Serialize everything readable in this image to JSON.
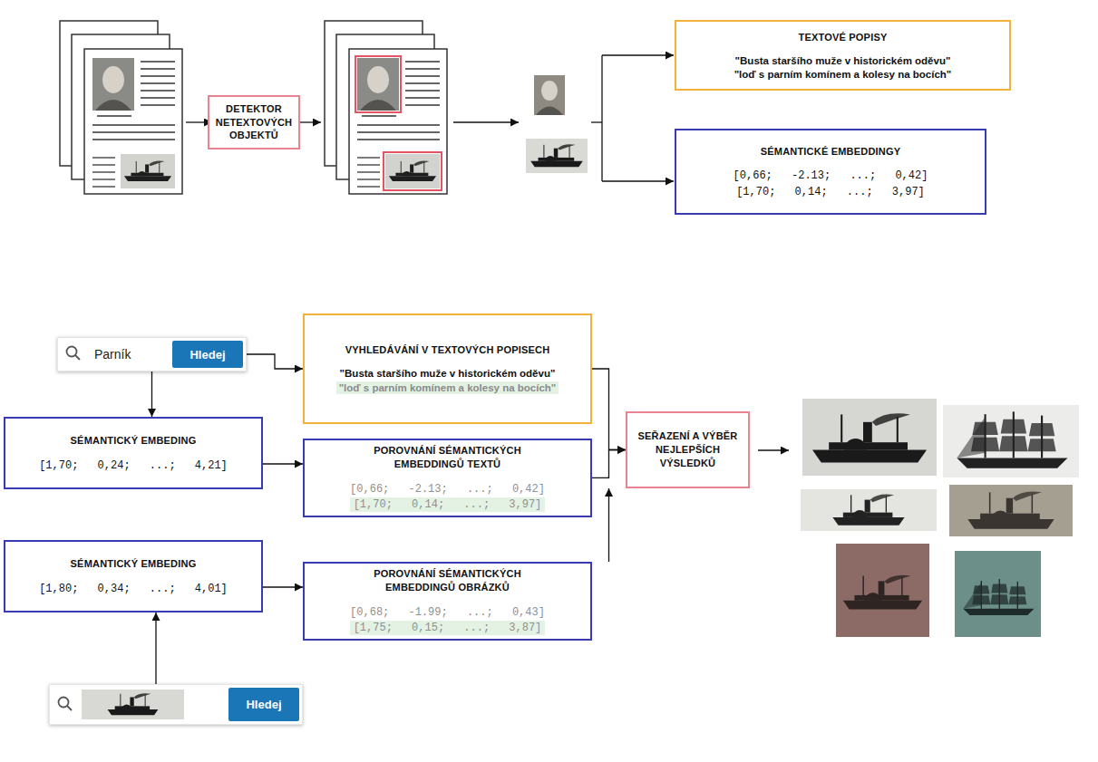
{
  "diagram": {
    "nodes": [
      {
        "text": [
          "DETEKTOR NETEXTOVÝCH OBJEKTŮ"
        ]
      },
      {
        "text": [
          "TEXTOVÉ POPISY",
          "\"Busta staršího muže v historickém oděvu\"",
          "\"loď s parním komínem a kolesy na bocích\""
        ]
      },
      {
        "text": [
          "SÉMANTICKÉ EMBEDDINGY",
          "[0,66; -2.13; ...; 0,42]",
          "[1,70; 0,14; ...; 3,97]"
        ]
      },
      {
        "text": [
          "Parník",
          "Hledej"
        ]
      },
      {
        "text": [
          "VYHLEDÁVÁNÍ V TEXTOVÝCH POPISECH",
          "\"Busta staršího muže v historickém oděvu\"",
          "\"loď s parním komínem a kolesy na bocích\""
        ]
      },
      {
        "text": [
          "SÉMANTICKÝ EMBEDING",
          "[1,70; 0,24; ...; 4,21]"
        ]
      },
      {
        "text": [
          "POROVNÁNÍ SÉMANTICKÝCH EMBEDDINGŮ TEXTŮ",
          "[0,66; -2.13; ...; 0,42]",
          "[1,70; 0,14; ...; 3,97]"
        ]
      },
      {
        "text": [
          "SÉMANTICKÝ EMBEDING",
          "[1,80; 0,34; ...; 4,01]"
        ]
      },
      {
        "text": [
          "POROVNÁNÍ SÉMANTICKÝCH EMBEDDINGŮ OBRÁZKŮ",
          "[0,68; -1.99; ...; 0,43]",
          "[1,75; 0,15; ...; 3,87]"
        ]
      },
      {
        "text": [
          "SEŘAZENÍ A VÝBĚR NEJLEPŠÍCH VÝSLEDKŮ"
        ]
      },
      {
        "text": [
          "Hledej"
        ]
      }
    ],
    "edges": [
      {
        "from": 3,
        "to": 4,
        "arrow": "to"
      },
      {
        "from": 3,
        "to": 5,
        "arrow": "to"
      },
      {
        "from": 5,
        "to": 6,
        "arrow": "to"
      },
      {
        "from": 10,
        "to": 7,
        "arrow": "to"
      },
      {
        "from": 7,
        "to": 8,
        "arrow": "to"
      },
      {
        "from": 4,
        "to": 9,
        "arrow": "to"
      },
      {
        "from": 6,
        "to": 9,
        "arrow": "to"
      },
      {
        "from": 8,
        "to": 9,
        "arrow": "to"
      }
    ]
  }
}
